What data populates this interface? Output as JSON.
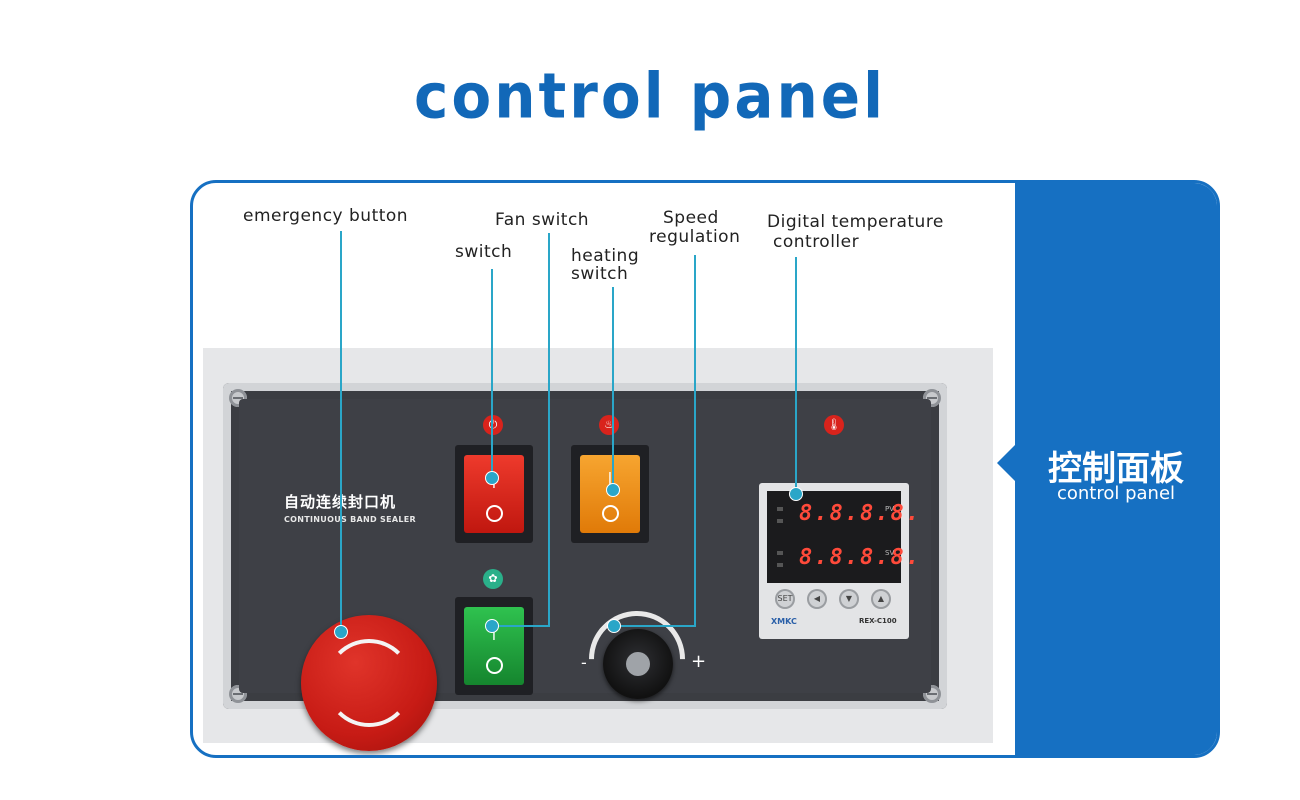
{
  "title": "control panel",
  "side_panel": {
    "title_cn": "控制面板",
    "title_en": "control panel"
  },
  "callouts": {
    "emergency": "emergency button",
    "fan": "Fan switch",
    "switch": "switch",
    "heating_line1": "heating",
    "heating_line2": "switch",
    "speed_line1": "Speed",
    "speed_line2": "regulation",
    "temp_line1": "Digital temperature",
    "temp_line2": "controller"
  },
  "panel": {
    "name_cn": "自动连续封口机",
    "name_en": "CONTINUOUS BAND SEALER",
    "knob_minus": "-",
    "knob_plus": "+"
  },
  "controller": {
    "pv_display": "8.8.8.8.",
    "sv_display": "8.8.8.8.",
    "pv_label": "PV",
    "sv_label": "SV",
    "key_set": "SET",
    "brand": "XMKC",
    "model": "REX-C100"
  },
  "colors": {
    "accent_blue": "#1670c2",
    "callout_line": "#2aa6c8",
    "power_rocker": "#d9231c",
    "heating_rocker": "#f08a10",
    "fan_rocker": "#1e9c3a",
    "estop": "#c71b15"
  }
}
